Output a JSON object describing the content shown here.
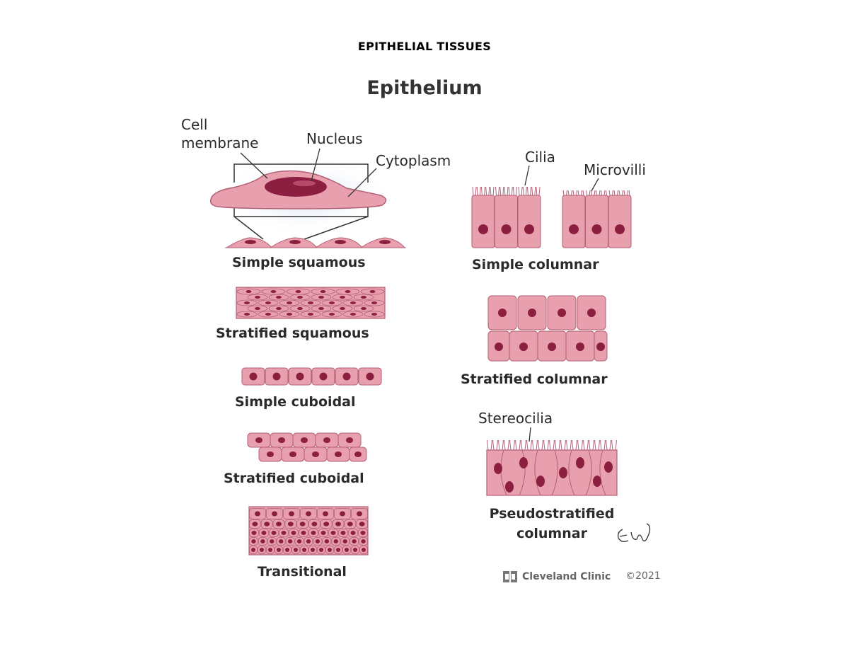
{
  "document": {
    "title": "EPITHELIAL TISSUES"
  },
  "figure": {
    "title": "Epithelium",
    "annotations": {
      "cell_membrane": [
        "Cell",
        "membrane"
      ],
      "nucleus": "Nucleus",
      "cytoplasm": "Cytoplasm",
      "cilia": "Cilia",
      "microvilli": "Microvilli",
      "stereocilia": "Stereocilia"
    },
    "tissue_labels": {
      "simple_squamous": "Simple squamous",
      "stratified_squamous": "Stratified squamous",
      "simple_cuboidal": "Simple cuboidal",
      "stratified_cuboidal": "Stratified cuboidal",
      "transitional": "Transitional",
      "simple_columnar": "Simple columnar",
      "stratified_columnar": "Stratified columnar",
      "pseudostratified_columnar": [
        "Pseudostratified",
        "columnar"
      ]
    },
    "credit": {
      "brand": "Cleveland Clinic",
      "copyright": "©2021"
    },
    "colors": {
      "cell_fill": "#e8a0ae",
      "cell_stroke": "#b35f74",
      "nucleus": "#8c1f40",
      "text": "#2a2a2a"
    }
  }
}
